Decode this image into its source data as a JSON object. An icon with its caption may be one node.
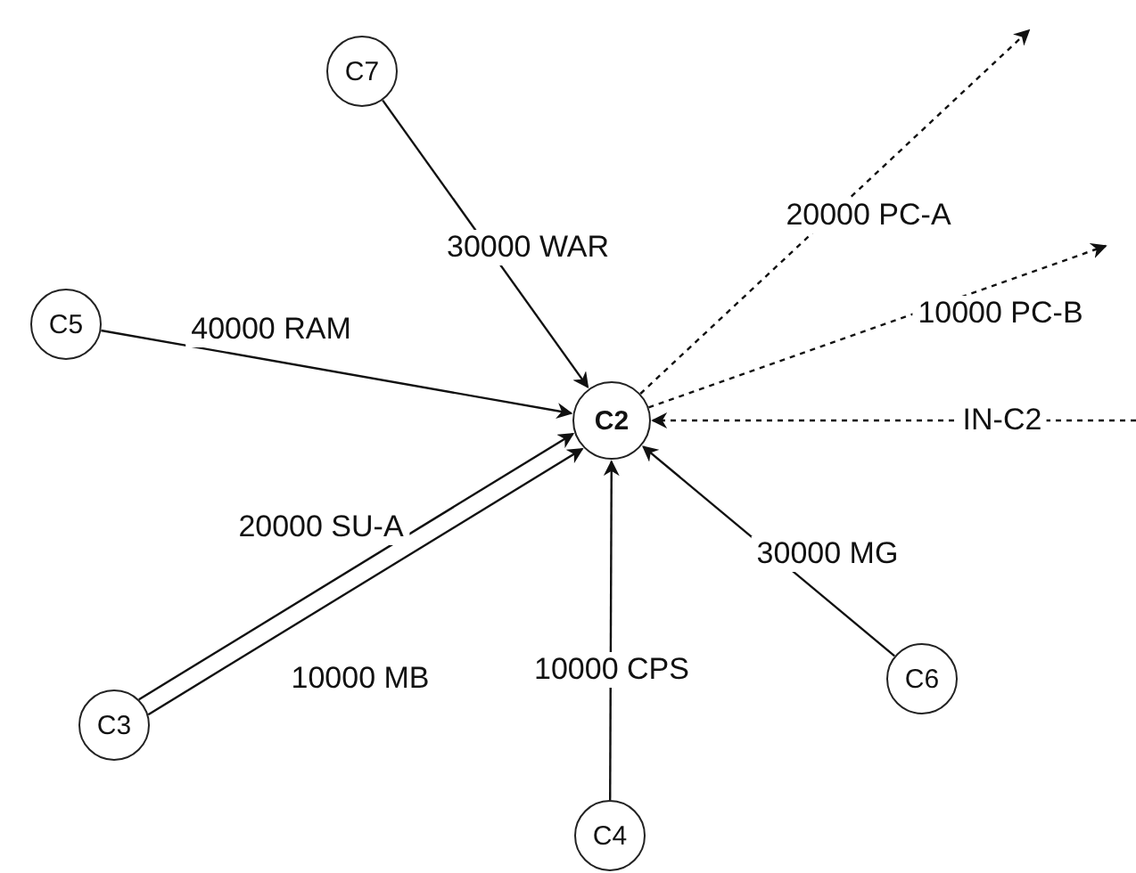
{
  "diagram": {
    "nodes": [
      {
        "text": [
          "C7"
        ]
      },
      {
        "text": [
          "C5"
        ]
      },
      {
        "text": [
          "C2"
        ]
      },
      {
        "text": [
          "C6"
        ]
      },
      {
        "text": [
          "C3"
        ]
      },
      {
        "text": [
          "C4"
        ]
      }
    ],
    "edges": [
      {
        "from": 0,
        "to": 2,
        "arrow": "to",
        "label": "30000 WAR"
      },
      {
        "from": 1,
        "to": 2,
        "arrow": "to",
        "label": "40000 RAM"
      },
      {
        "from": 4,
        "to": 2,
        "arrow": "to",
        "label": "20000 SU-A"
      },
      {
        "from": 4,
        "to": 2,
        "arrow": "to",
        "label": "10000 MB"
      },
      {
        "from": 5,
        "to": 2,
        "arrow": "to",
        "label": "10000 CPS"
      },
      {
        "from": 3,
        "to": 2,
        "arrow": "to",
        "label": "30000 MG"
      },
      {
        "from": 2,
        "to": null,
        "arrow": "to",
        "label": "20000 PC-A",
        "style": "dashed"
      },
      {
        "from": 2,
        "to": null,
        "arrow": "to",
        "label": "10000 PC-B",
        "style": "dashed"
      },
      {
        "from": null,
        "to": 2,
        "arrow": "to",
        "label": "IN-C2",
        "style": "dashed"
      }
    ]
  }
}
